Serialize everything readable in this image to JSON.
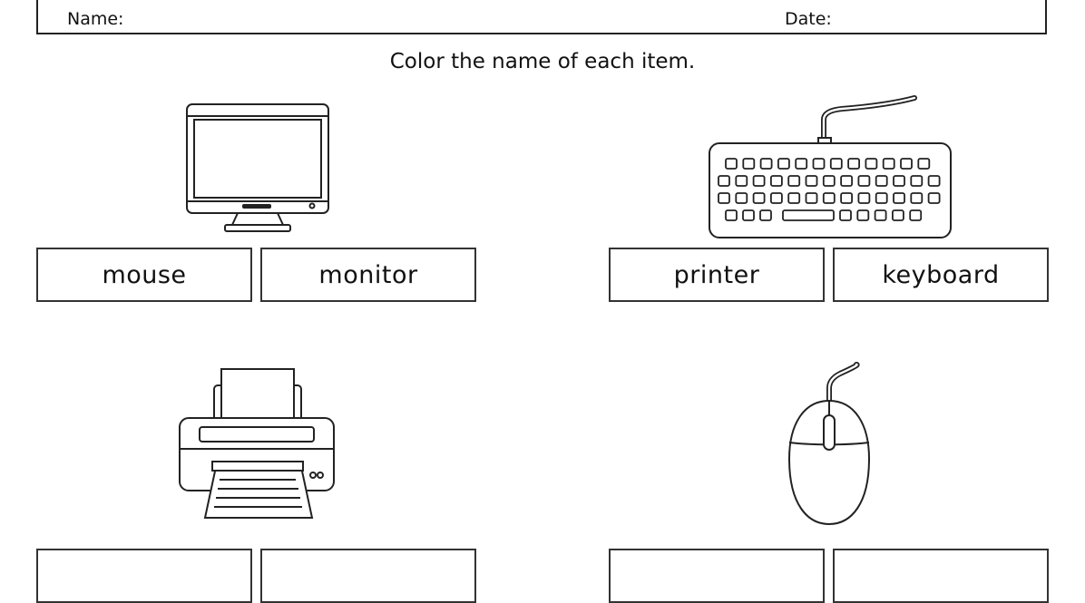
{
  "header": {
    "name_label": "Name:",
    "date_label": "Date:"
  },
  "instruction": "Color the name of each item.",
  "items": [
    {
      "picture": "monitor-icon",
      "choices": [
        "mouse",
        "monitor"
      ]
    },
    {
      "picture": "keyboard-icon",
      "choices": [
        "printer",
        "keyboard"
      ]
    },
    {
      "picture": "printer-icon",
      "choices": []
    },
    {
      "picture": "mouse-icon",
      "choices": []
    }
  ]
}
